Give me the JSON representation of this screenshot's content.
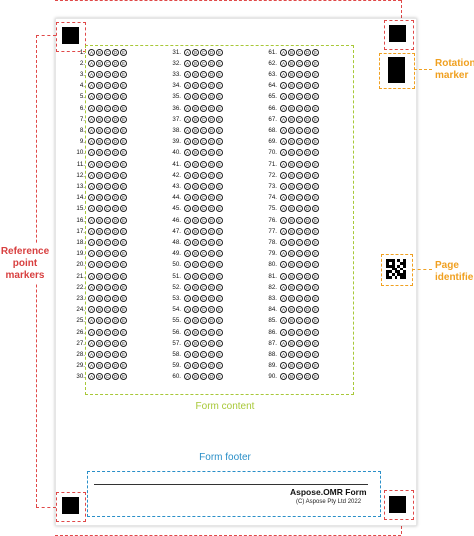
{
  "answer_sheet": {
    "options": [
      "A",
      "B",
      "C",
      "D",
      "E"
    ],
    "columns": [
      {
        "start": 1,
        "end": 30
      },
      {
        "start": 31,
        "end": 60
      },
      {
        "start": 61,
        "end": 90
      }
    ]
  },
  "callouts": {
    "reference_point_markers": "Reference point markers",
    "rotation_marker": "Rotation marker",
    "page_identifier": "Page identifier"
  },
  "sections": {
    "form_content": "Form content",
    "form_footer": "Form footer"
  },
  "footer": {
    "title": "Aspose.OMR Form",
    "copyright": "(C) Aspose Pty Ltd 2022"
  },
  "colors": {
    "reference_markers": "#e04848",
    "rotation_and_page_id": "#f0a020",
    "form_content": "#a8c838",
    "form_footer": "#2a8fc8"
  }
}
